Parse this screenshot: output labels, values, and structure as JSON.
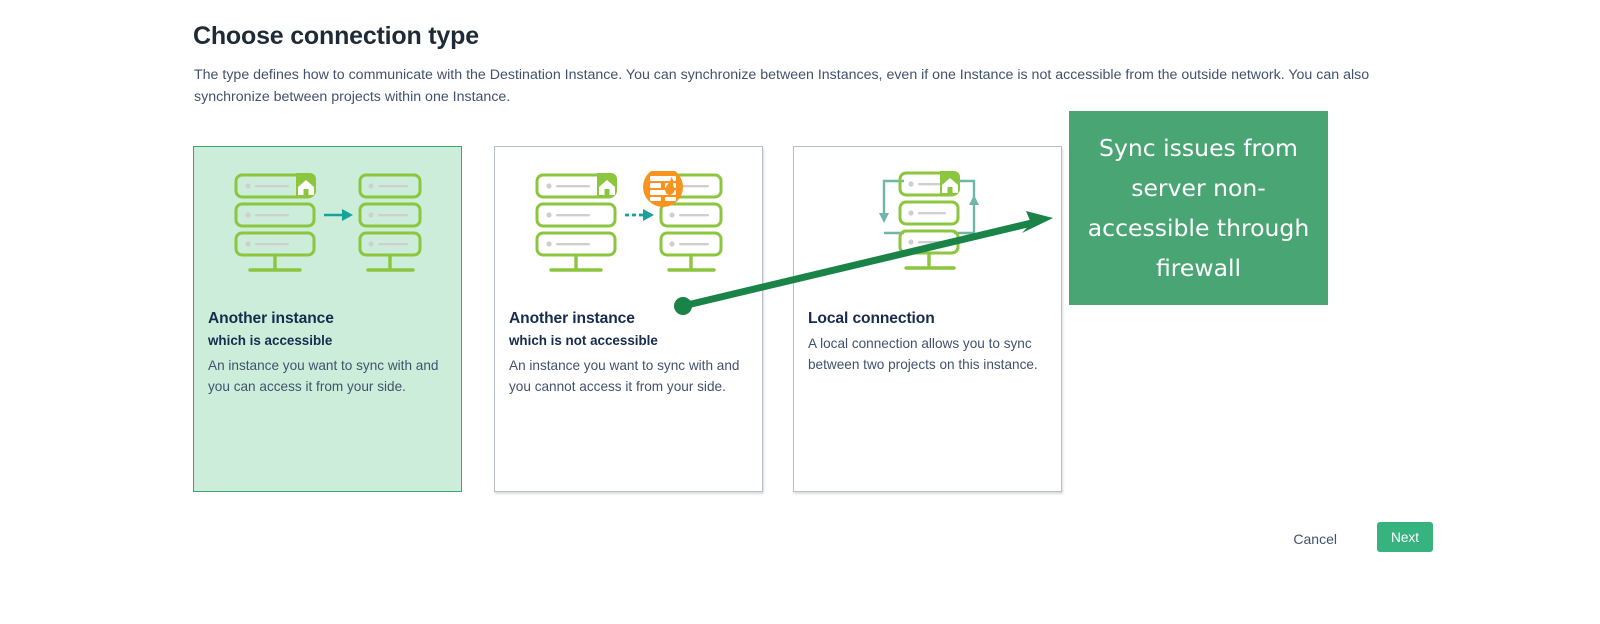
{
  "page": {
    "title": "Choose connection type",
    "description": "The type defines how to communicate with the Destination Instance. You can synchronize between Instances, even if one Instance is not accessible from the outside network. You can also synchronize between projects within one Instance."
  },
  "cards": [
    {
      "title": "Another instance",
      "subtitle": "which is accessible",
      "body": "An instance you want to sync with and you can access it from your side.",
      "selected": true,
      "illustration": "two-servers-arrow-icon"
    },
    {
      "title": "Another instance",
      "subtitle": "which is not accessible",
      "body": "An instance you want to sync with and you cannot access it from your side.",
      "selected": false,
      "illustration": "two-servers-firewall-icon"
    },
    {
      "title": "Local connection",
      "subtitle": "",
      "body": "A local connection allows you to sync between two projects on this instance.",
      "selected": false,
      "illustration": "single-server-loop-icon"
    }
  ],
  "footer": {
    "cancel_label": "Cancel",
    "next_label": "Next"
  },
  "annotation": {
    "callout_text": "Sync issues from server non-accessible through firewall"
  },
  "colors": {
    "selected_card_bg": "#cdeddb",
    "selected_card_border": "#39a86d",
    "primary_button": "#36b37e",
    "callout_bg": "#4aa575",
    "annotation_arrow": "#1a8348",
    "server_green": "#8cc63f",
    "firewall_orange": "#f7931e",
    "flow_arrow_teal": "#17a398"
  }
}
